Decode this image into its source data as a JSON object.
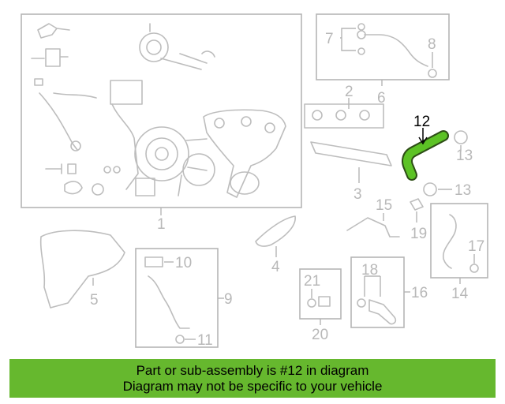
{
  "callouts": {
    "c1": "1",
    "c2": "2",
    "c3": "3",
    "c4": "4",
    "c5": "5",
    "c6": "6",
    "c7": "7",
    "c8": "8",
    "c9": "9",
    "c10": "10",
    "c11": "11",
    "c12": "12",
    "c13a": "13",
    "c13b": "13",
    "c14": "14",
    "c15": "15",
    "c16": "16",
    "c17": "17",
    "c18": "18",
    "c19": "19",
    "c20": "20",
    "c21": "21"
  },
  "highlight": {
    "part": "12",
    "color": "#5cc225"
  },
  "banner": {
    "line1": "Part or sub-assembly is #12 in diagram",
    "line2": "Diagram may not be specific to your vehicle",
    "color": "#66b82e"
  }
}
